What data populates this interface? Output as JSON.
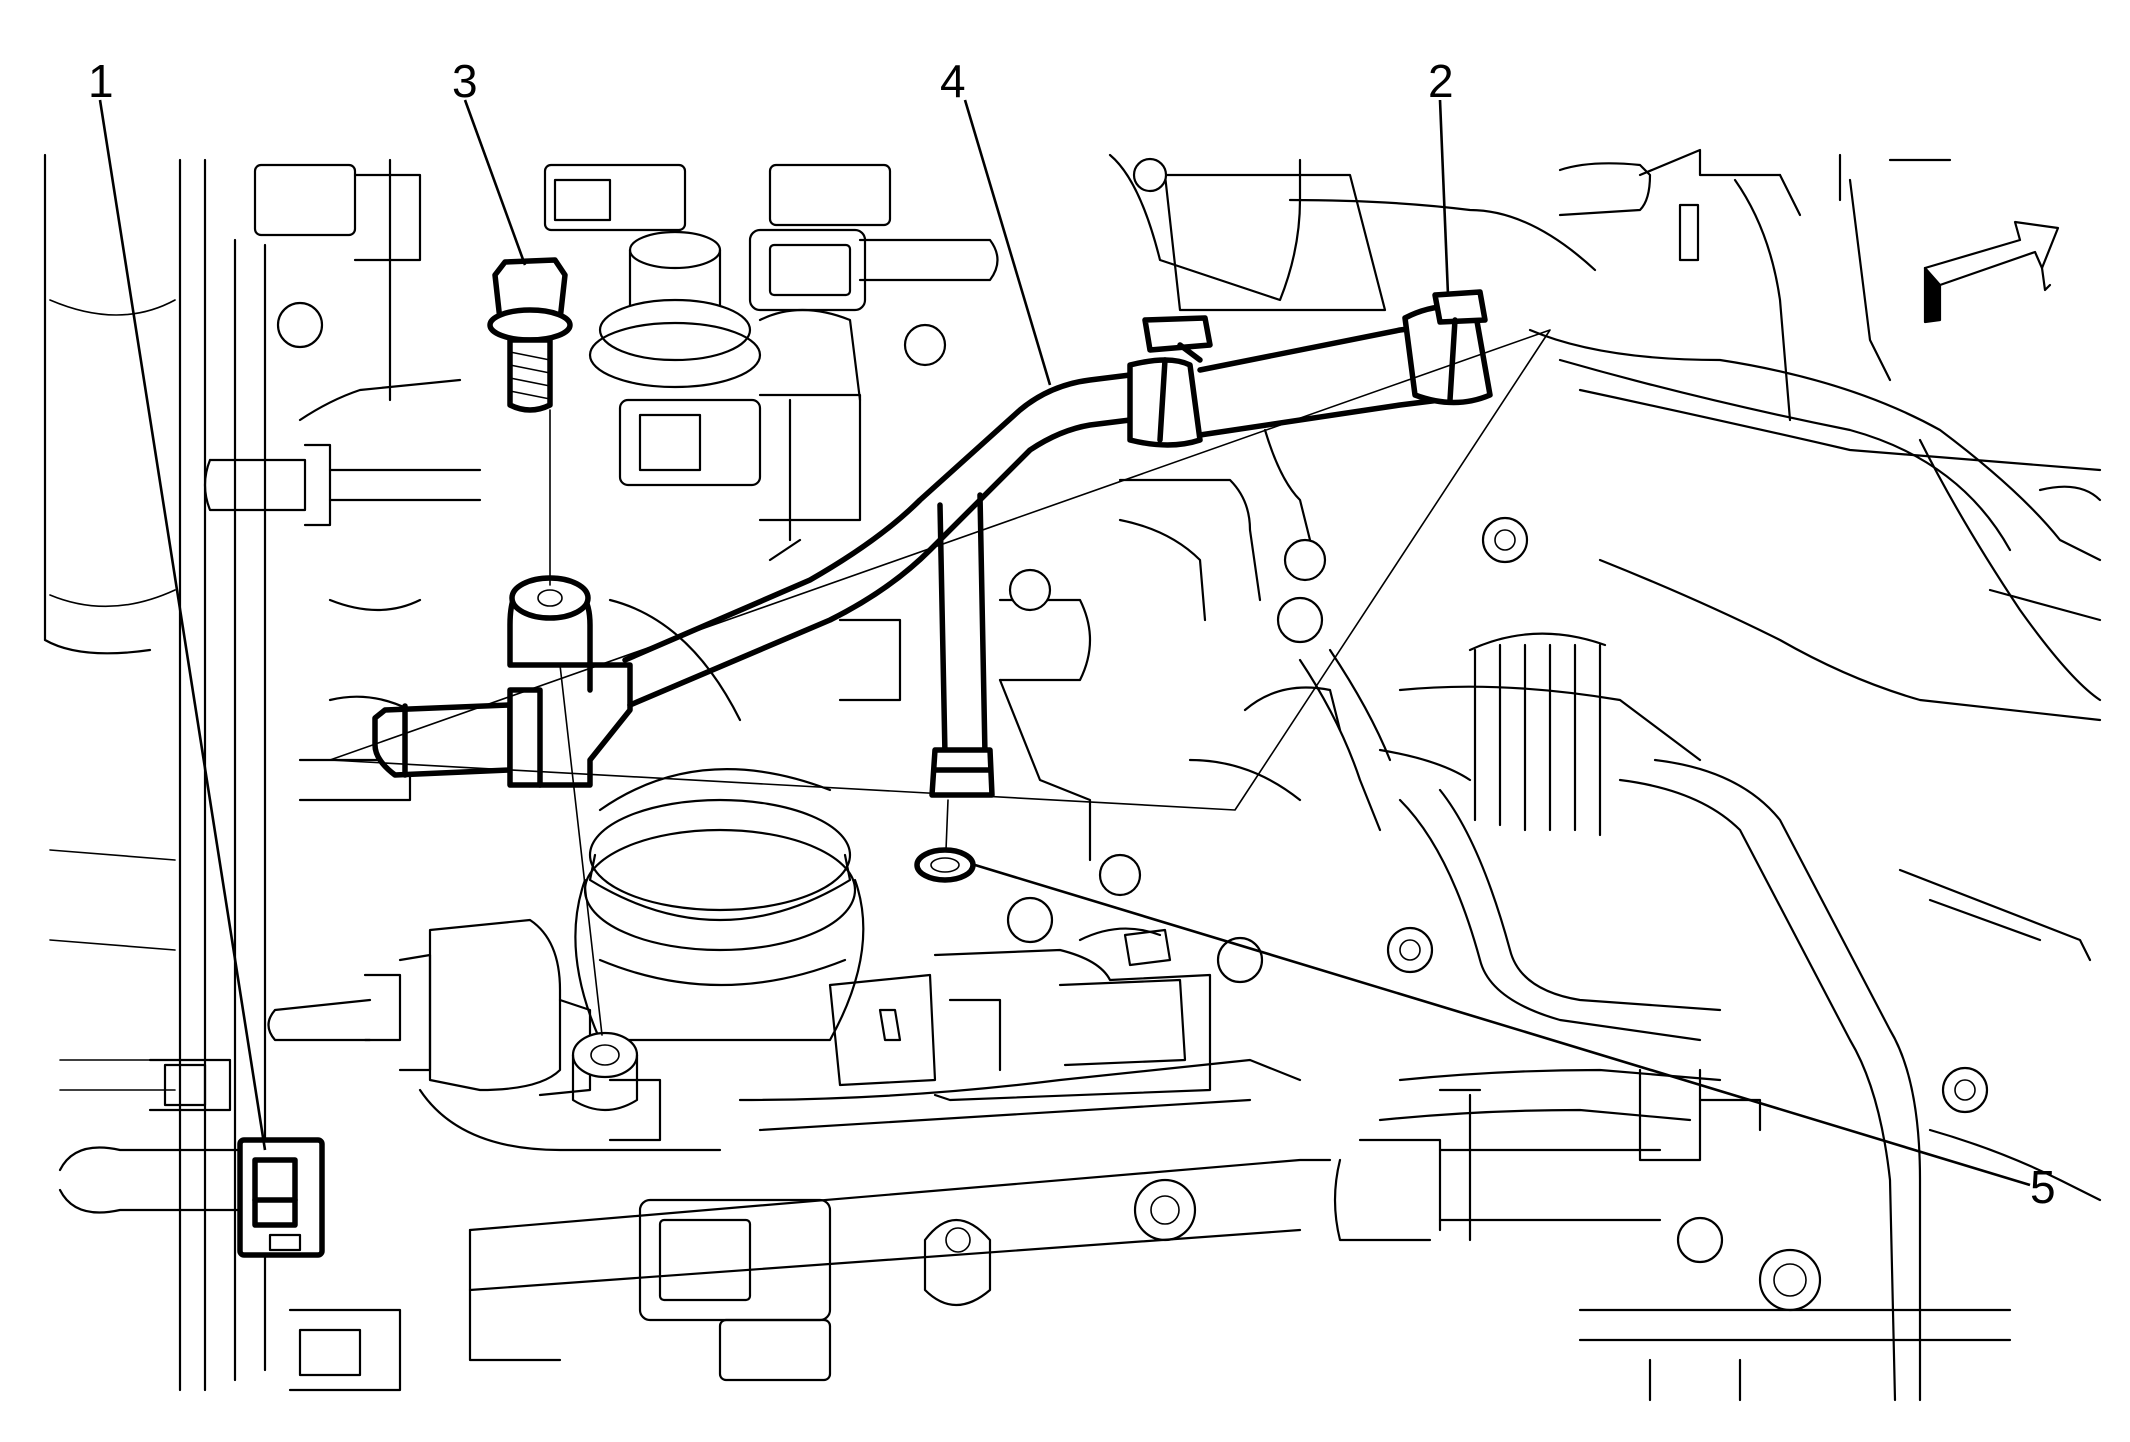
{
  "callouts": [
    {
      "id": "1",
      "label": "1"
    },
    {
      "id": "2",
      "label": "2"
    },
    {
      "id": "3",
      "label": "3"
    },
    {
      "id": "4",
      "label": "4"
    },
    {
      "id": "5",
      "label": "5"
    }
  ],
  "icons": {
    "direction_arrow": "arrow-up-right-icon"
  },
  "colors": {
    "line": "#000000",
    "background": "#ffffff"
  }
}
